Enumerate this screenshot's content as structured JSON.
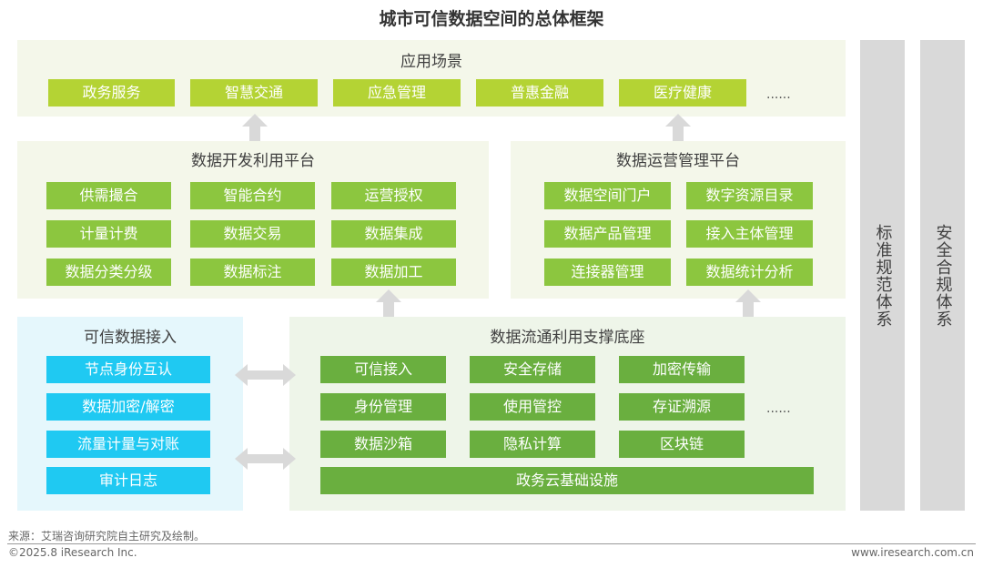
{
  "title": "城市可信数据空间的总体框架",
  "app": {
    "title": "应用场景",
    "items": [
      "政务服务",
      "智慧交通",
      "应急管理",
      "普惠金融",
      "医疗健康"
    ],
    "more": "......"
  },
  "dev": {
    "title": "数据开发利用平台",
    "items": [
      "供需撮合",
      "智能合约",
      "运营授权",
      "计量计费",
      "数据交易",
      "数据集成",
      "数据分类分级",
      "数据标注",
      "数据加工"
    ]
  },
  "ops": {
    "title": "数据运营管理平台",
    "items": [
      "数据空间门户",
      "数字资源目录",
      "数据产品管理",
      "接入主体管理",
      "连接器管理",
      "数据统计分析"
    ]
  },
  "access": {
    "title": "可信数据接入",
    "items": [
      "节点身份互认",
      "数据加密/解密",
      "流量计量与对账",
      "审计日志"
    ]
  },
  "base": {
    "title": "数据流通利用支撑底座",
    "items": [
      "可信接入",
      "安全存储",
      "加密传输",
      "身份管理",
      "使用管控",
      "存证溯源",
      "数据沙箱",
      "隐私计算",
      "区块链"
    ],
    "wide": "政务云基础设施",
    "more": "......"
  },
  "side": [
    "标准规范体系",
    "安全合规体系"
  ],
  "footer": {
    "source": "来源：艾瑞咨询研究院自主研究及绘制。",
    "copyright": "©2025.8 iResearch Inc.",
    "site": "www.iresearch.com.cn"
  }
}
